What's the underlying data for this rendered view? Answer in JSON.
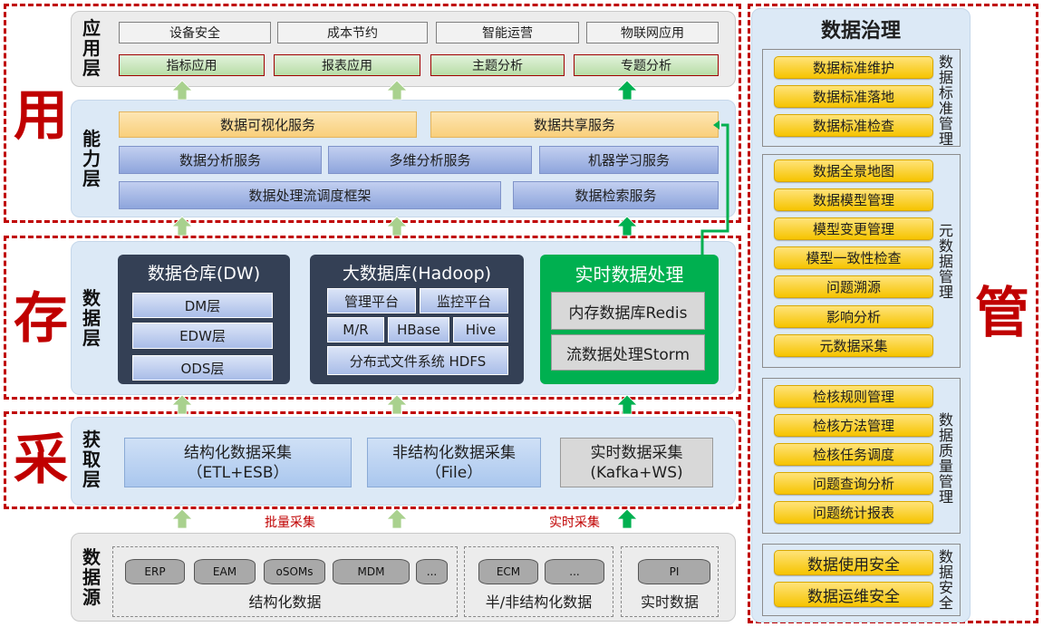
{
  "side_labels": {
    "yong": "用",
    "cun": "存",
    "cai": "采",
    "guan": "管"
  },
  "app_layer": {
    "label": "应用层",
    "top_row": [
      "设备安全",
      "成本节约",
      "智能运营",
      "物联网应用"
    ],
    "bottom_row": [
      "指标应用",
      "报表应用",
      "主题分析",
      "专题分析"
    ]
  },
  "capability_layer": {
    "label": "能力层",
    "row1": [
      "数据可视化服务",
      "数据共享服务"
    ],
    "row2": [
      "数据分析服务",
      "多维分析服务",
      "机器学习服务"
    ],
    "row3": [
      "数据处理流调度框架",
      "数据检索服务"
    ]
  },
  "data_layer": {
    "label": "数据层",
    "dw": {
      "title": "数据仓库(DW)",
      "items": [
        "DM层",
        "EDW层",
        "ODS层"
      ]
    },
    "bigdata": {
      "title": "大数据库(Hadoop)",
      "row1": [
        "管理平台",
        "监控平台"
      ],
      "row2": [
        "M/R",
        "HBase",
        "Hive"
      ],
      "row3": "分布式文件系统 HDFS"
    },
    "realtime": {
      "title": "实时数据处理",
      "items": [
        "内存数据库Redis",
        "流数据处理Storm"
      ]
    }
  },
  "acquire_layer": {
    "label": "获取层",
    "boxes": [
      {
        "line1": "结构化数据采集",
        "line2": "（ETL+ESB）"
      },
      {
        "line1": "非结构化数据采集",
        "line2": "（File）"
      },
      {
        "line1": "实时数据采集",
        "line2": "(Kafka+WS)"
      }
    ]
  },
  "flow_labels": {
    "batch": "批量采集",
    "realtime": "实时采集"
  },
  "source_layer": {
    "label": "数据源",
    "structured": {
      "items": [
        "ERP",
        "EAM",
        "oSOMs",
        "MDM",
        "..."
      ],
      "caption": "结构化数据"
    },
    "semi": {
      "items": [
        "ECM",
        "..."
      ],
      "caption": "半/非结构化数据"
    },
    "realtime": {
      "items": [
        "PI"
      ],
      "caption": "实时数据"
    }
  },
  "governance": {
    "title": "数据治理",
    "groups": [
      {
        "label": "数据标准管理",
        "items": [
          "数据标准维护",
          "数据标准落地",
          "数据标准检查"
        ]
      },
      {
        "label": "元数据管理",
        "items": [
          "数据全景地图",
          "数据模型管理",
          "模型变更管理",
          "模型一致性检查",
          "问题溯源",
          "影响分析",
          "元数据采集"
        ]
      },
      {
        "label": "数据质量管理",
        "items": [
          "检核规则管理",
          "检核方法管理",
          "检核任务调度",
          "问题查询分析",
          "问题统计报表"
        ]
      },
      {
        "label": "数据安全",
        "items": [
          "数据使用安全",
          "数据运维安全"
        ]
      }
    ]
  },
  "colors": {
    "accent_red": "#c00000",
    "realtime_green": "#00b050",
    "dark_box": "#344055",
    "governance_yellow": "#f6c400"
  }
}
